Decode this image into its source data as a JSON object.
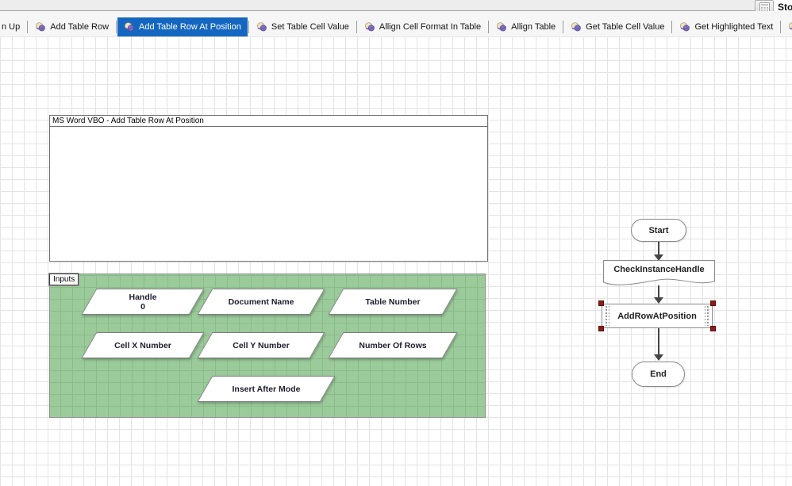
{
  "window": {
    "truncated_button_label": "Sto"
  },
  "tabs": [
    {
      "label": "n Up"
    },
    {
      "label": "Add Table Row"
    },
    {
      "label": "Add Table Row At Position"
    },
    {
      "label": "Set Table Cell Value"
    },
    {
      "label": "Allign Cell Format In Table"
    },
    {
      "label": "Allign Table"
    },
    {
      "label": "Get Table Cell Value"
    },
    {
      "label": "Get Highlighted Text"
    },
    {
      "label": ""
    }
  ],
  "description_box": {
    "title": "MS Word VBO - Add Table Row At Position"
  },
  "inputs": {
    "group_label": "Inputs",
    "items": [
      {
        "label": "Handle",
        "value": "0"
      },
      {
        "label": "Document Name"
      },
      {
        "label": "Table Number"
      },
      {
        "label": "Cell X Number"
      },
      {
        "label": "Cell Y Number"
      },
      {
        "label": "Number Of Rows"
      },
      {
        "label": "Insert After Mode"
      }
    ]
  },
  "flow": {
    "start": "Start",
    "subsheet": "CheckInstanceHandle",
    "action": "AddRowAtPosition",
    "end": "End"
  },
  "colors": {
    "active_tab": "#1467c0",
    "inputs_fill": "#9bca9b",
    "grid_line": "#e4e4e4",
    "selection_handle": "#8e1a1a"
  }
}
